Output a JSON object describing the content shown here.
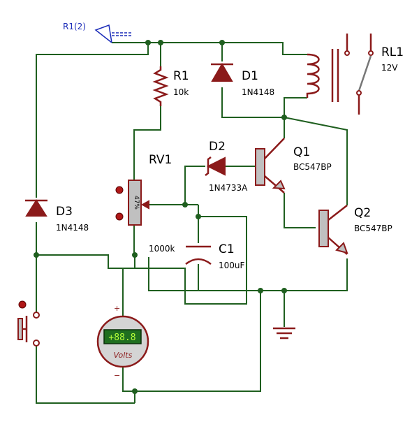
{
  "probe": {
    "label": "R1(2)"
  },
  "components": {
    "r1": {
      "name": "R1",
      "value": "10k"
    },
    "d1": {
      "name": "D1",
      "value": "1N4148"
    },
    "rl1": {
      "name": "RL1",
      "value": "12V"
    },
    "rv1": {
      "name": "RV1",
      "value": "1000k",
      "pot_readout": "47%"
    },
    "d2": {
      "name": "D2",
      "value": "1N4733A"
    },
    "q1": {
      "name": "Q1",
      "value": "BC547BP"
    },
    "q2": {
      "name": "Q2",
      "value": "BC547BP"
    },
    "d3": {
      "name": "D3",
      "value": "1N4148"
    },
    "c1": {
      "name": "C1",
      "value": "100uF"
    },
    "voltmeter": {
      "display": "+88.8",
      "unit": "Volts",
      "plus": "+",
      "minus": "−"
    }
  },
  "colors": {
    "wire": "#1f5f1f",
    "component": "#8b1a1a",
    "probe": "#1a2bb8",
    "display_bg": "#1f6e1f",
    "display_text": "#b6ff3a"
  }
}
